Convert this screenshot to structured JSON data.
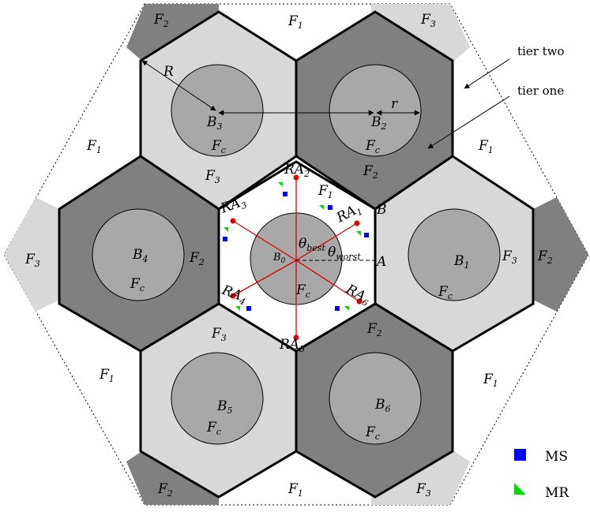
{
  "diagram": {
    "cells": [
      {
        "name": "B1",
        "base": "B",
        "sub": "1",
        "fc": "F_c"
      },
      {
        "name": "B2",
        "base": "B",
        "sub": "2",
        "fc": "F_c"
      },
      {
        "name": "B3",
        "base": "B",
        "sub": "3",
        "fc": "F_c"
      },
      {
        "name": "B4",
        "base": "B",
        "sub": "4",
        "fc": "F_c"
      },
      {
        "name": "B5",
        "base": "B",
        "sub": "5",
        "fc": "F_c"
      },
      {
        "name": "B6",
        "base": "B",
        "sub": "6",
        "fc": "F_c"
      }
    ],
    "center": {
      "base": "B",
      "sub": "0",
      "fc": "F_c"
    },
    "relays": [
      "RA1",
      "RA2",
      "RA3",
      "RA4",
      "RA5",
      "RA6"
    ],
    "labels": {
      "R": "R",
      "r": "r",
      "A": "A",
      "B": "B",
      "theta": "θ",
      "best": "best",
      "worst": "worst",
      "F1": "F",
      "F2": "F",
      "F3": "F",
      "Fc": "F"
    },
    "annotations": {
      "tier_two": "tier two",
      "tier_one": "tier one"
    },
    "legend": [
      {
        "label": "MS",
        "color": "#0000ff",
        "icon": "blue-square-icon"
      },
      {
        "label": "MR",
        "color": "#00dd00",
        "icon": "green-triangle-icon"
      }
    ],
    "colors": {
      "dark": "#808080",
      "light": "#d8d8d8",
      "inner_circle": "#a8a8a8",
      "relay": "#dd0000"
    }
  }
}
